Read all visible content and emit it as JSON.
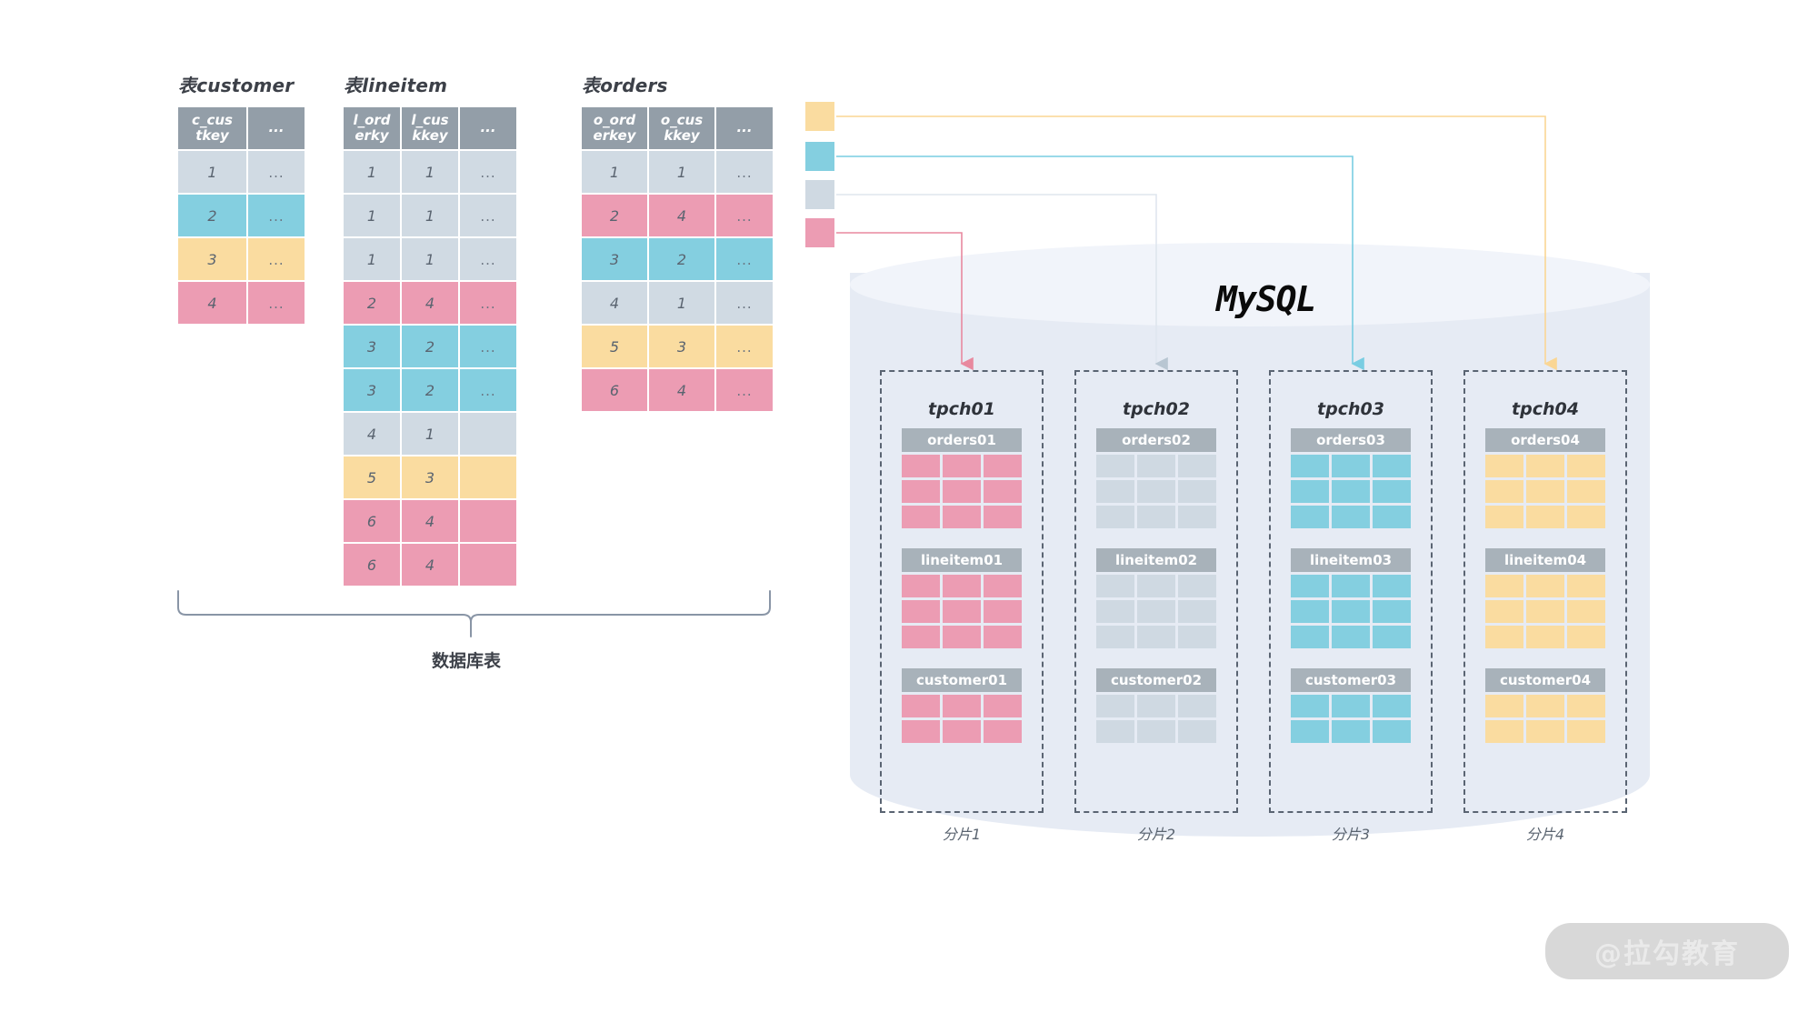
{
  "diagram": {
    "title_mysql": "MySQL",
    "brace_label": "数据库表",
    "watermark": "@拉勾教育"
  },
  "colors": {
    "grey": "#d0dae3",
    "cyan": "#84cfe0",
    "yellow": "#fadca0",
    "pink": "#ec9cb3",
    "header_grey": "#939ea8",
    "sub_header_grey": "#a8b2ba",
    "cylinder_body": "#e6ebf4",
    "cylinder_top": "#f1f4fa",
    "dash_border": "#5a6472"
  },
  "source_tables": [
    {
      "title": "表customer",
      "columns": [
        "c_cus\ntkey",
        "..."
      ],
      "header": [
        {
          "l1": "c_cus",
          "l2": "tkey"
        },
        {
          "l1": "...",
          "l2": ""
        }
      ],
      "rows": [
        {
          "cells": [
            "1",
            "..."
          ],
          "color": "grey"
        },
        {
          "cells": [
            "2",
            "..."
          ],
          "color": "cyan"
        },
        {
          "cells": [
            "3",
            "..."
          ],
          "color": "yellow"
        },
        {
          "cells": [
            "4",
            "..."
          ],
          "color": "pink"
        }
      ]
    },
    {
      "title": "表lineitem",
      "header": [
        {
          "l1": "l_ord",
          "l2": "erky"
        },
        {
          "l1": "l_cus",
          "l2": "kkey"
        },
        {
          "l1": "...",
          "l2": ""
        }
      ],
      "rows": [
        {
          "cells": [
            "1",
            "1",
            "..."
          ],
          "color": "grey"
        },
        {
          "cells": [
            "1",
            "1",
            "..."
          ],
          "color": "grey"
        },
        {
          "cells": [
            "1",
            "1",
            "..."
          ],
          "color": "grey"
        },
        {
          "cells": [
            "2",
            "4",
            "..."
          ],
          "color": "pink"
        },
        {
          "cells": [
            "3",
            "2",
            "..."
          ],
          "color": "cyan"
        },
        {
          "cells": [
            "3",
            "2",
            "..."
          ],
          "color": "cyan"
        },
        {
          "cells": [
            "4",
            "1",
            ""
          ],
          "color": "grey"
        },
        {
          "cells": [
            "5",
            "3",
            ""
          ],
          "color": "yellow"
        },
        {
          "cells": [
            "6",
            "4",
            ""
          ],
          "color": "pink"
        },
        {
          "cells": [
            "6",
            "4",
            ""
          ],
          "color": "pink"
        }
      ]
    },
    {
      "title": "表orders",
      "header": [
        {
          "l1": "o_ord",
          "l2": "erkey"
        },
        {
          "l1": "o_cus",
          "l2": "kkey"
        },
        {
          "l1": "...",
          "l2": ""
        }
      ],
      "rows": [
        {
          "cells": [
            "1",
            "1",
            "..."
          ],
          "color": "grey"
        },
        {
          "cells": [
            "2",
            "4",
            "..."
          ],
          "color": "pink"
        },
        {
          "cells": [
            "3",
            "2",
            "..."
          ],
          "color": "cyan"
        },
        {
          "cells": [
            "4",
            "1",
            "..."
          ],
          "color": "grey"
        },
        {
          "cells": [
            "5",
            "3",
            "..."
          ],
          "color": "yellow"
        },
        {
          "cells": [
            "6",
            "4",
            "..."
          ],
          "color": "pink"
        }
      ]
    }
  ],
  "legend_swatches": [
    {
      "color": "yellow",
      "target_shard": 4
    },
    {
      "color": "cyan",
      "target_shard": 3
    },
    {
      "color": "grey",
      "target_shard": 2
    },
    {
      "color": "pink",
      "target_shard": 1
    }
  ],
  "shards": [
    {
      "db": "tpch01",
      "label": "分片1",
      "color": "pink",
      "tables": [
        {
          "name": "orders01",
          "rows": 3,
          "cols": 3
        },
        {
          "name": "lineitem01",
          "rows": 3,
          "cols": 3
        },
        {
          "name": "customer01",
          "rows": 2,
          "cols": 3
        }
      ]
    },
    {
      "db": "tpch02",
      "label": "分片2",
      "color": "grey",
      "tables": [
        {
          "name": "orders02",
          "rows": 3,
          "cols": 3
        },
        {
          "name": "lineitem02",
          "rows": 3,
          "cols": 3
        },
        {
          "name": "customer02",
          "rows": 2,
          "cols": 3
        }
      ]
    },
    {
      "db": "tpch03",
      "label": "分片3",
      "color": "cyan",
      "tables": [
        {
          "name": "orders03",
          "rows": 3,
          "cols": 3
        },
        {
          "name": "lineitem03",
          "rows": 3,
          "cols": 3
        },
        {
          "name": "customer03",
          "rows": 2,
          "cols": 3
        }
      ]
    },
    {
      "db": "tpch04",
      "label": "分片4",
      "color": "yellow",
      "tables": [
        {
          "name": "orders04",
          "rows": 3,
          "cols": 3
        },
        {
          "name": "lineitem04",
          "rows": 3,
          "cols": 3
        },
        {
          "name": "customer04",
          "rows": 2,
          "cols": 3
        }
      ]
    }
  ]
}
